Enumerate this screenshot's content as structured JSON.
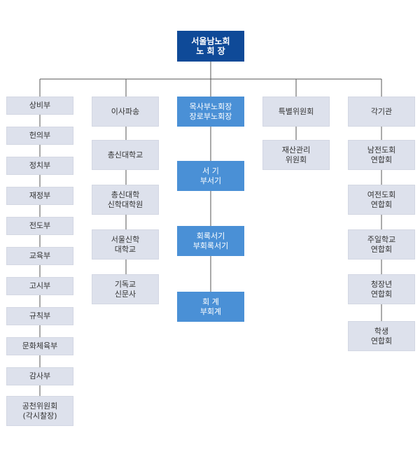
{
  "colors": {
    "top": "#0f4a98",
    "center": "#4a90d6",
    "gray": "#dde1ec",
    "line": "#555555"
  },
  "top": {
    "label": "서울남노회\n노 회 장"
  },
  "columns": [
    {
      "items": [
        "상비부",
        "헌의부",
        "정치부",
        "재정부",
        "전도부",
        "교육부",
        "고시부",
        "규칙부",
        "문화체육부",
        "감사부",
        "공천위원회\n(각시찰장)"
      ]
    },
    {
      "items": [
        "이사파송",
        "총신대학교",
        "총신대학\n신학대학원",
        "서울신학\n대학교",
        "기독교\n신문사"
      ]
    },
    {
      "items": [
        "목사부노회장\n장로부노회장",
        "서   기\n부서기",
        "회록서기\n부회록서기",
        "회   계\n부회계"
      ]
    },
    {
      "items": [
        "특별위원회",
        "재산관리\n위원회"
      ]
    },
    {
      "items": [
        "각기관",
        "남전도회\n연합회",
        "여전도회\n연합회",
        "주일학교\n연합회",
        "청장년\n연합회",
        "학생\n연합회"
      ]
    }
  ]
}
